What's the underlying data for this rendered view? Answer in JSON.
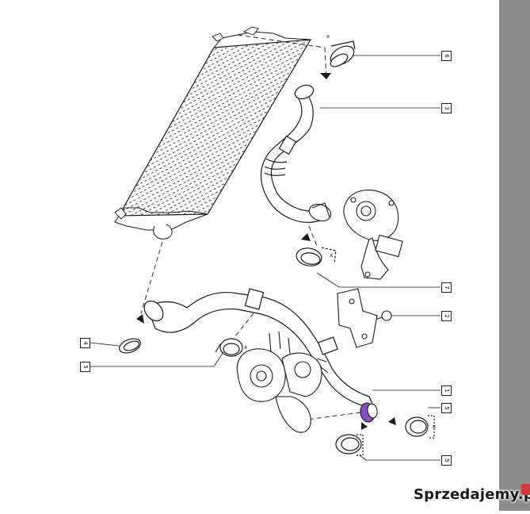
{
  "callouts": {
    "c6": "6",
    "c3": "3",
    "c7": "7",
    "c2": "2",
    "c4": "4",
    "c5a": "5",
    "c1": "1",
    "c5b": "5",
    "c5c": "5"
  },
  "dimension_marks": {
    "x1": "x",
    "x2": "x",
    "x3": "x",
    "x4": "x"
  },
  "watermark": {
    "text": "Sprzedajemy.pl"
  },
  "colors": {
    "line": "#1a1a1a",
    "sidebar": "#8c8c8c",
    "highlight_clamp": "#8a4fc2",
    "watermark_logo": "#d23a3a"
  }
}
